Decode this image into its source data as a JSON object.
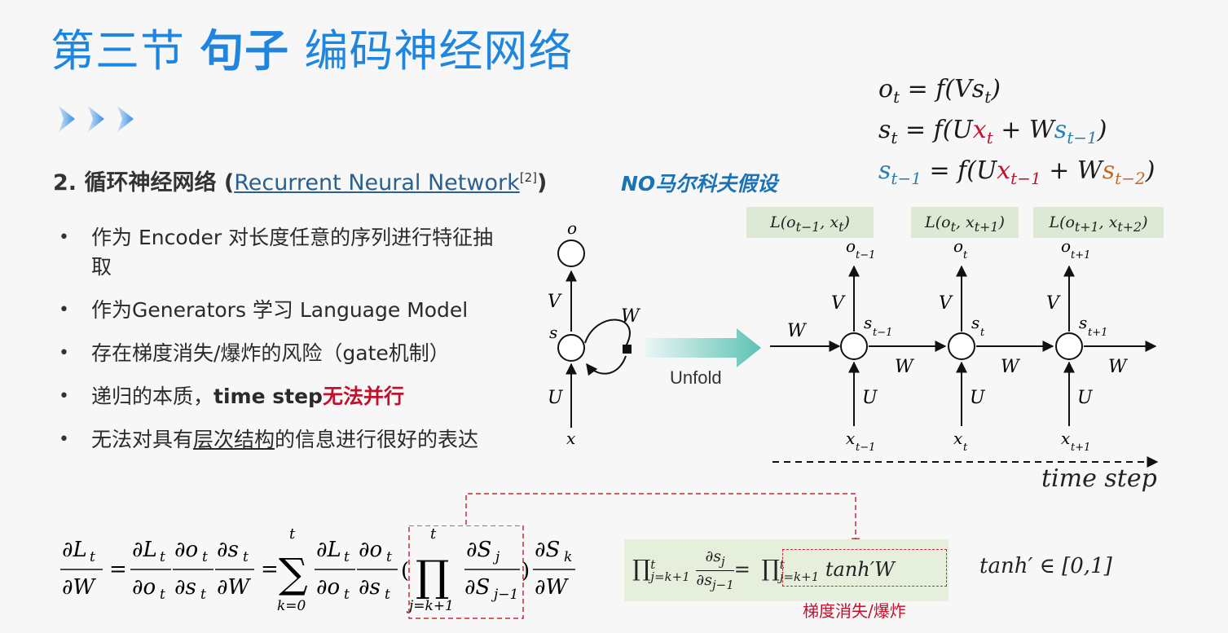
{
  "slide": {
    "title_prefix": "第三节",
    "title_bold": "句子",
    "title_suffix": "编码神经网络",
    "section_prefix": "2. 循环神经网络 (",
    "section_link": "Recurrent Neural Network",
    "section_ref": "[2]",
    "section_suffix": ")",
    "no_markov": "NO马尔科夫假设",
    "bullets": [
      {
        "text": "作为 Encoder 对长度任意的序列进行特征抽取"
      },
      {
        "text": "作为Generators 学习 Language Model"
      },
      {
        "text": "存在梯度消失/爆炸的风险（gate机制）"
      },
      {
        "prefix": "递归的本质，",
        "bold": "time step",
        "red": "无法并行"
      },
      {
        "prefix": "无法对具有",
        "underline": "层次结构",
        "suffix": "的信息进行很好的表达"
      }
    ],
    "vanish_label": "梯度消失/爆炸",
    "tanh_range": "tanh′ ∈ [0,1]",
    "time_step_label": "time step",
    "unfold_label": "Unfold"
  },
  "equations": {
    "eq1": {
      "lhs": "o",
      "lhs_sub": "t",
      "rhs": " = f(Vs",
      "rhs_sub": "t",
      "end": ")"
    },
    "loss_labels": [
      "L(o_{t−1}, x_t)",
      "L(o_t, x_{t+1})",
      "L(o_{t+1}, x_{t+2})"
    ]
  },
  "diagram": {
    "folded": {
      "o": "o",
      "s": "s",
      "x": "x",
      "V": "V",
      "U": "U",
      "W": "W"
    },
    "unrolled_nodes": [
      {
        "o": "o",
        "o_sub": "t−1",
        "s": "s",
        "s_sub": "t−1",
        "x": "x",
        "x_sub": "t−1"
      },
      {
        "o": "o",
        "o_sub": "t",
        "s": "s",
        "s_sub": "t",
        "x": "x",
        "x_sub": "t"
      },
      {
        "o": "o",
        "o_sub": "t+1",
        "s": "s",
        "s_sub": "t+1",
        "x": "x",
        "x_sub": "t+1"
      }
    ],
    "edge_labels": {
      "V": "V",
      "U": "U",
      "W": "W"
    }
  },
  "colors": {
    "title": "#1f86e0",
    "accent_red": "#c0122c",
    "accent_blue": "#2a7fb0",
    "accent_orange": "#c26a2a",
    "green_box": "#e6eedc"
  }
}
